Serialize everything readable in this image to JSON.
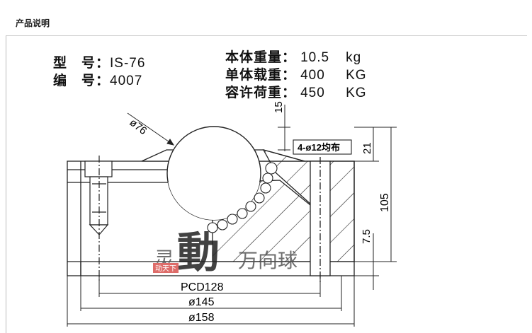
{
  "header": {
    "title": "产品说明"
  },
  "specs_left": [
    {
      "label": "型　号：",
      "value": "IS-76"
    },
    {
      "label": "编　号：",
      "value": "4007"
    }
  ],
  "specs_right": [
    {
      "label": "本体重量：",
      "value": "10.5",
      "unit": "kg"
    },
    {
      "label": "单体载重：",
      "value": "400",
      "unit": "KG"
    },
    {
      "label": "容许荷重：",
      "value": "450",
      "unit": "KG"
    }
  ],
  "drawing": {
    "ball_dia": "ø76",
    "top_offset": "15",
    "holes_note": "4-ø12均布",
    "flange_height": "21",
    "total_height": "105",
    "bottom_gap": "7.5",
    "pcd": "PCD128",
    "dia_inner": "ø145",
    "dia_outer": "ø158"
  },
  "watermark": {
    "brand_char": "動",
    "prefix_char": "灵",
    "suffix": "万向球",
    "stamp": "动天下"
  }
}
